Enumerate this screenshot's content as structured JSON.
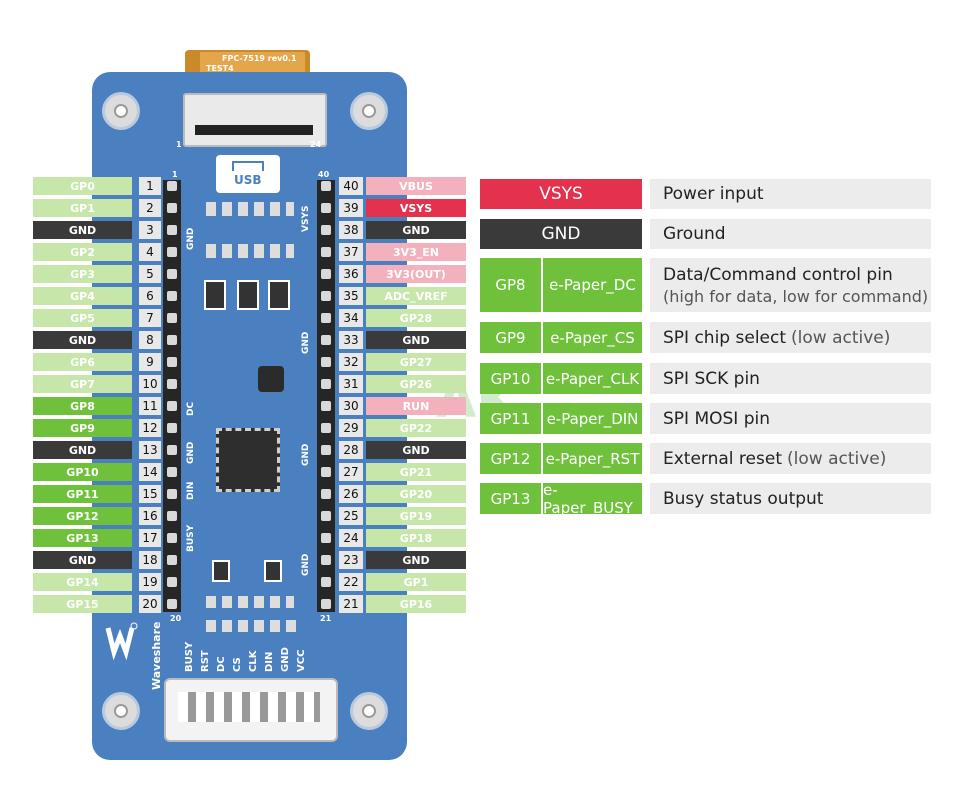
{
  "left_pins": [
    {
      "num": "1",
      "label": "GP0",
      "color": "#c6e6aa"
    },
    {
      "num": "2",
      "label": "GP1",
      "color": "#c6e6aa"
    },
    {
      "num": "3",
      "label": "GND",
      "color": "#3a3a3a"
    },
    {
      "num": "4",
      "label": "GP2",
      "color": "#c6e6aa"
    },
    {
      "num": "5",
      "label": "GP3",
      "color": "#c6e6aa"
    },
    {
      "num": "6",
      "label": "GP4",
      "color": "#c6e6aa"
    },
    {
      "num": "7",
      "label": "GP5",
      "color": "#c6e6aa"
    },
    {
      "num": "8",
      "label": "GND",
      "color": "#3a3a3a"
    },
    {
      "num": "9",
      "label": "GP6",
      "color": "#c6e6aa"
    },
    {
      "num": "10",
      "label": "GP7",
      "color": "#c6e6aa"
    },
    {
      "num": "11",
      "label": "GP8",
      "color": "#6fc13c"
    },
    {
      "num": "12",
      "label": "GP9",
      "color": "#6fc13c"
    },
    {
      "num": "13",
      "label": "GND",
      "color": "#3a3a3a"
    },
    {
      "num": "14",
      "label": "GP10",
      "color": "#6fc13c"
    },
    {
      "num": "15",
      "label": "GP11",
      "color": "#6fc13c"
    },
    {
      "num": "16",
      "label": "GP12",
      "color": "#6fc13c"
    },
    {
      "num": "17",
      "label": "GP13",
      "color": "#6fc13c"
    },
    {
      "num": "18",
      "label": "GND",
      "color": "#3a3a3a"
    },
    {
      "num": "19",
      "label": "GP14",
      "color": "#c6e6aa"
    },
    {
      "num": "20",
      "label": "GP15",
      "color": "#c6e6aa"
    }
  ],
  "right_pins": [
    {
      "num": "40",
      "label": "VBUS",
      "color": "#f2b1bd"
    },
    {
      "num": "39",
      "label": "VSYS",
      "color": "#e3314e"
    },
    {
      "num": "38",
      "label": "GND",
      "color": "#3a3a3a"
    },
    {
      "num": "37",
      "label": "3V3_EN",
      "color": "#f2b1bd"
    },
    {
      "num": "36",
      "label": "3V3(OUT)",
      "color": "#f2b1bd"
    },
    {
      "num": "35",
      "label": "ADC_VREF",
      "color": "#c6e6aa"
    },
    {
      "num": "34",
      "label": "GP28",
      "color": "#c6e6aa"
    },
    {
      "num": "33",
      "label": "GND",
      "color": "#3a3a3a"
    },
    {
      "num": "32",
      "label": "GP27",
      "color": "#c6e6aa"
    },
    {
      "num": "31",
      "label": "GP26",
      "color": "#c6e6aa"
    },
    {
      "num": "30",
      "label": "RUN",
      "color": "#f2b1bd"
    },
    {
      "num": "29",
      "label": "GP22",
      "color": "#c6e6aa"
    },
    {
      "num": "28",
      "label": "GND",
      "color": "#3a3a3a"
    },
    {
      "num": "27",
      "label": "GP21",
      "color": "#c6e6aa"
    },
    {
      "num": "26",
      "label": "GP20",
      "color": "#c6e6aa"
    },
    {
      "num": "25",
      "label": "GP19",
      "color": "#c6e6aa"
    },
    {
      "num": "24",
      "label": "GP18",
      "color": "#c6e6aa"
    },
    {
      "num": "23",
      "label": "GND",
      "color": "#3a3a3a"
    },
    {
      "num": "22",
      "label": "GP1",
      "color": "#c6e6aa"
    },
    {
      "num": "21",
      "label": "GP16",
      "color": "#c6e6aa"
    }
  ],
  "board": {
    "usb_label": "USB",
    "brand": "Waveshare",
    "fpc_text": "FPC-7519 rev0.1",
    "test_text": "TEST4",
    "connector_labels": [
      "BUSY",
      "RST",
      "DC",
      "CS",
      "CLK",
      "DIN",
      "GND",
      "VCC"
    ],
    "side_labels_left": [
      "GND",
      "DC",
      "GND",
      "DIN",
      "BUSY"
    ],
    "side_labels_right": [
      "VSYS",
      "GND",
      "GND",
      "GND"
    ],
    "pin_marks": {
      "top_left": "1",
      "top_right": "40",
      "bottom_left": "20",
      "bottom_right": "21",
      "conn_left": "1",
      "conn_right": "24"
    }
  },
  "functions": [
    {
      "gp": "VSYS",
      "signal": "",
      "desc": "Power input",
      "desc_extra": "",
      "color": "#e3314e"
    },
    {
      "gp": "GND",
      "signal": "",
      "desc": "Ground",
      "desc_extra": "",
      "color": "#3a3a3a"
    },
    {
      "gp": "GP8",
      "signal": "e-Paper_DC",
      "desc": "Data/Command control pin",
      "desc_extra": "(high for data, low for command)",
      "color": "#6fc13c"
    },
    {
      "gp": "GP9",
      "signal": "e-Paper_CS",
      "desc": "SPI chip select",
      "desc_extra": "(low active)",
      "color": "#6fc13c"
    },
    {
      "gp": "GP10",
      "signal": "e-Paper_CLK",
      "desc": "SPI  SCK pin",
      "desc_extra": "",
      "color": "#6fc13c"
    },
    {
      "gp": "GP11",
      "signal": "e-Paper_DIN",
      "desc": "SPI MOSI pin",
      "desc_extra": "",
      "color": "#6fc13c"
    },
    {
      "gp": "GP12",
      "signal": "e-Paper_RST",
      "desc": "External reset",
      "desc_extra": "(low active)",
      "color": "#6fc13c"
    },
    {
      "gp": "GP13",
      "signal": "e-Paper_BUSY",
      "desc": "Busy status output",
      "desc_extra": "",
      "color": "#6fc13c"
    }
  ],
  "watermark": "AK"
}
